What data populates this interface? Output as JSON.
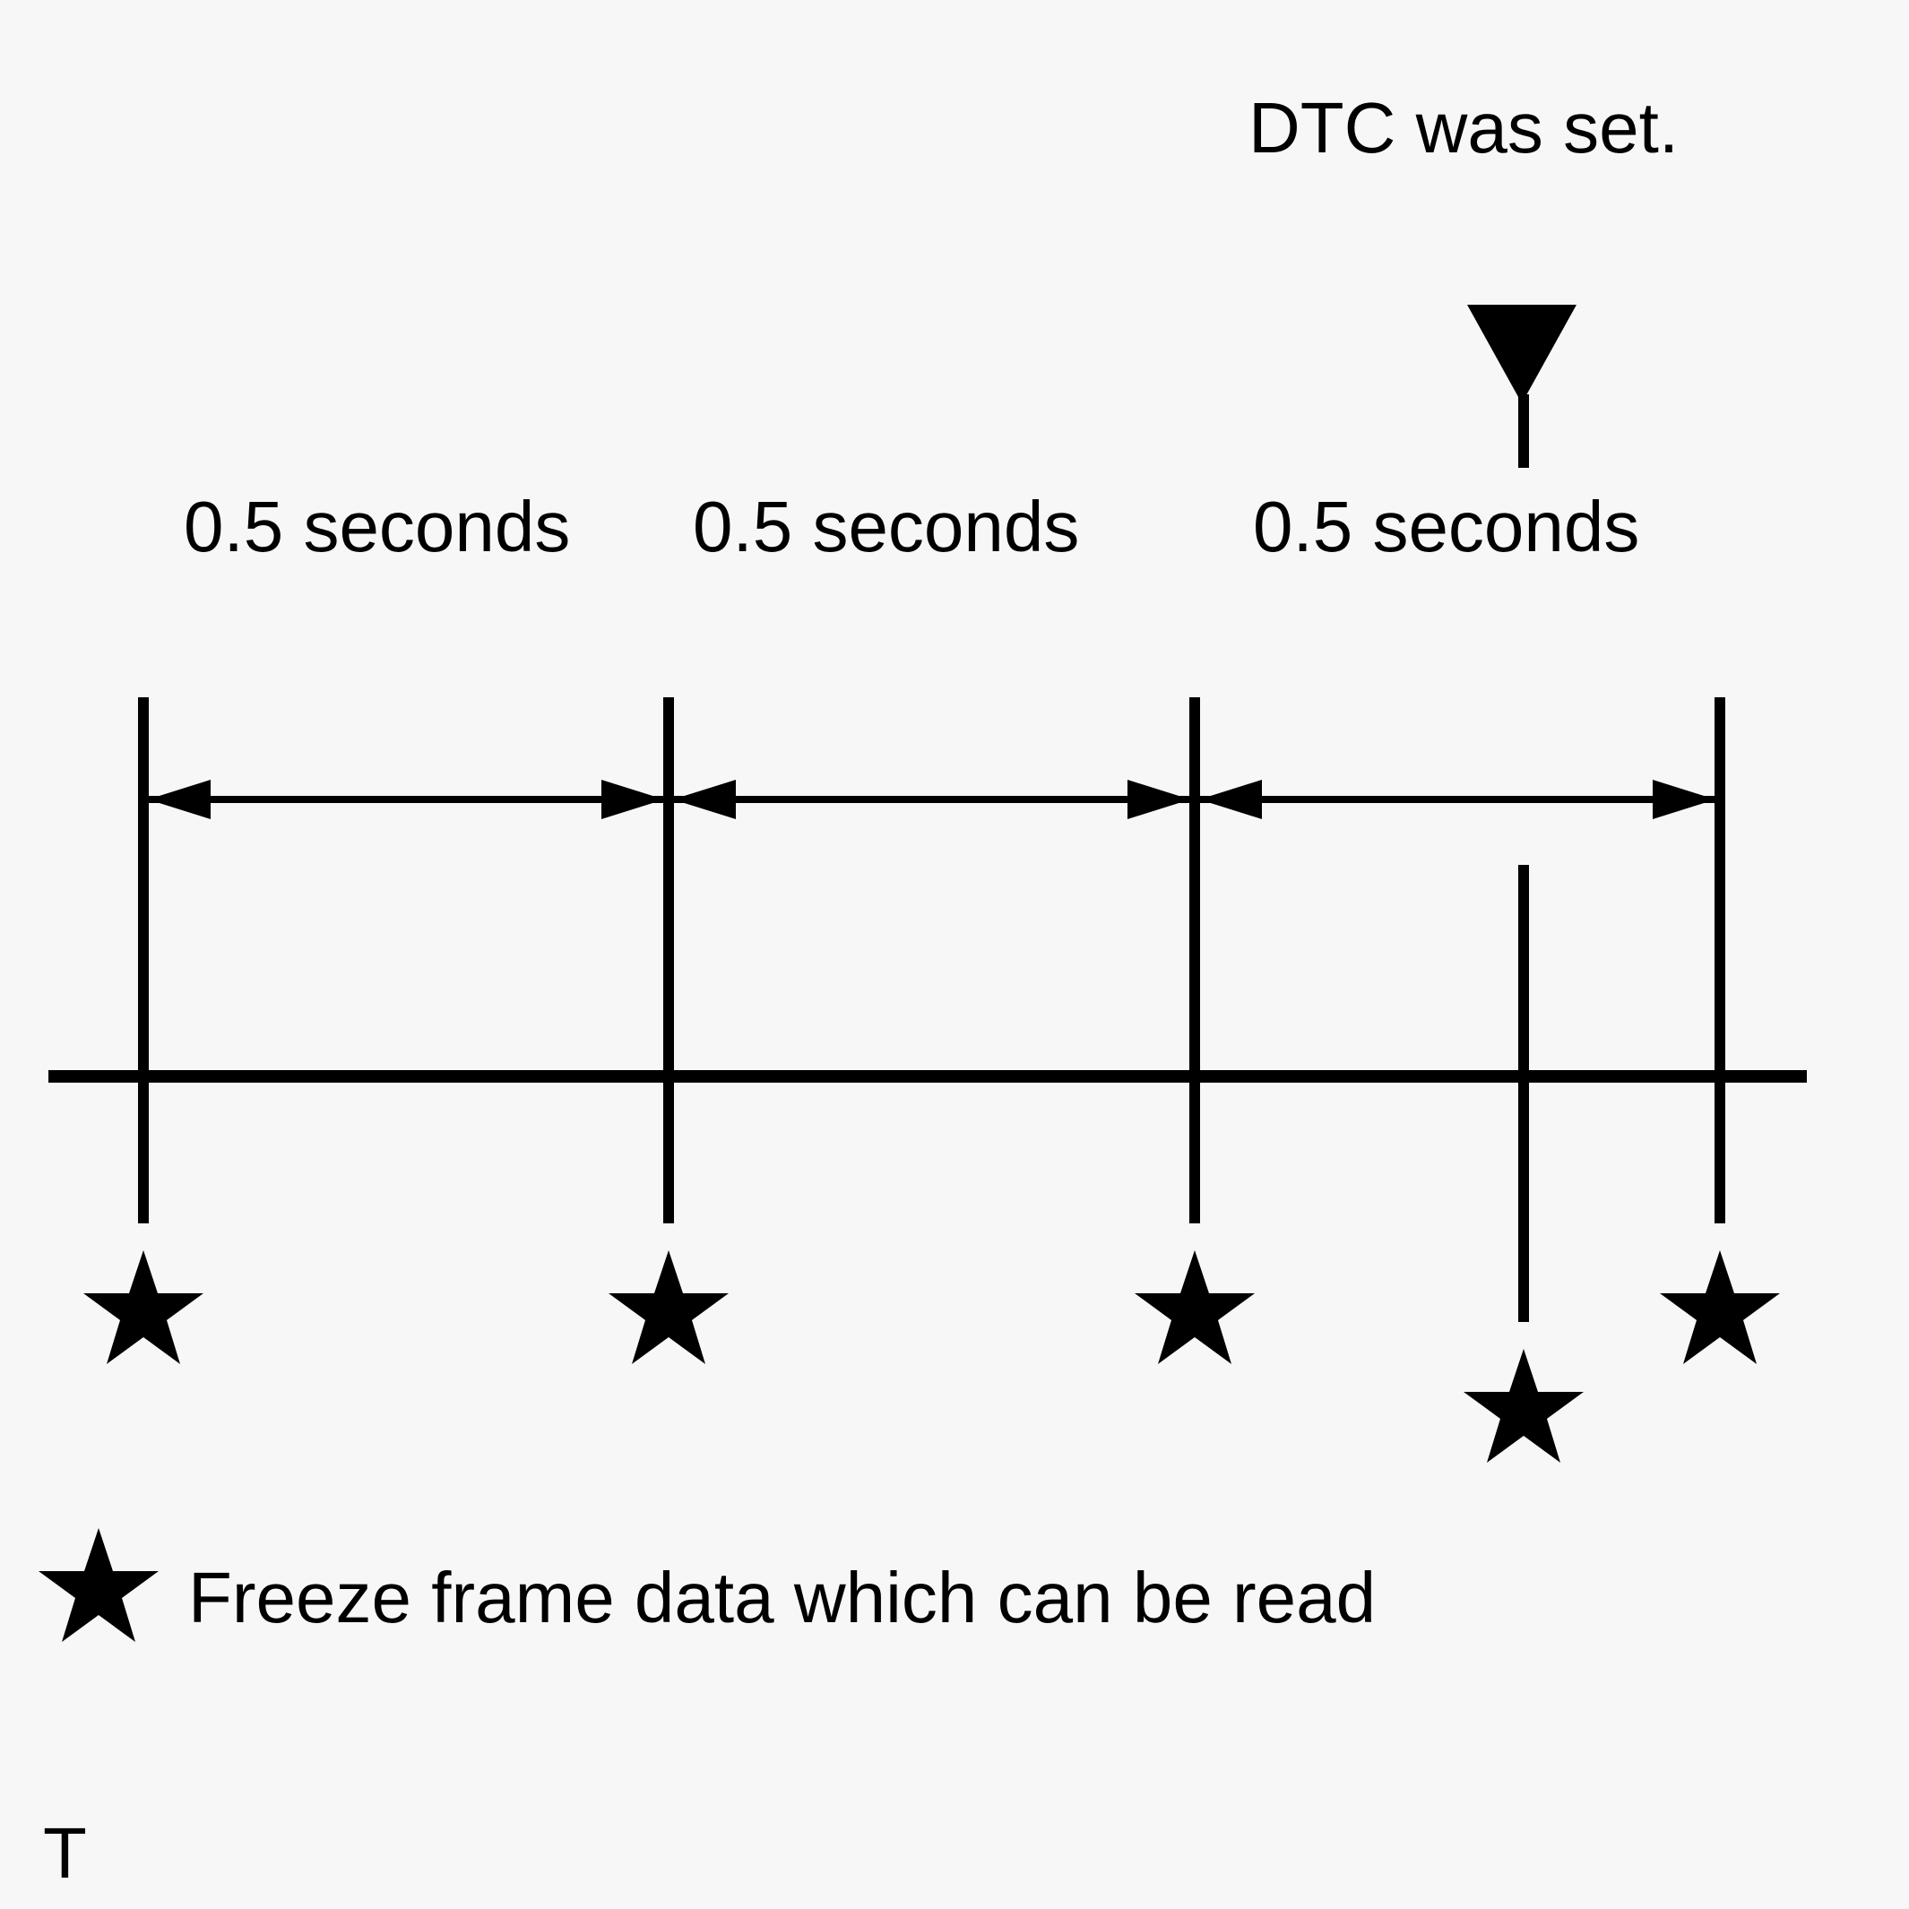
{
  "diagram": {
    "dtc_label": "DTC was set.",
    "intervals": [
      {
        "label": "0.5 seconds"
      },
      {
        "label": "0.5 seconds"
      },
      {
        "label": "0.5 seconds"
      }
    ],
    "legend": {
      "symbol": "star-icon",
      "label": "Freeze frame data which can be read"
    },
    "corner_label": "T",
    "colors": {
      "background": "#f7f7f7",
      "ink": "#000000"
    }
  }
}
